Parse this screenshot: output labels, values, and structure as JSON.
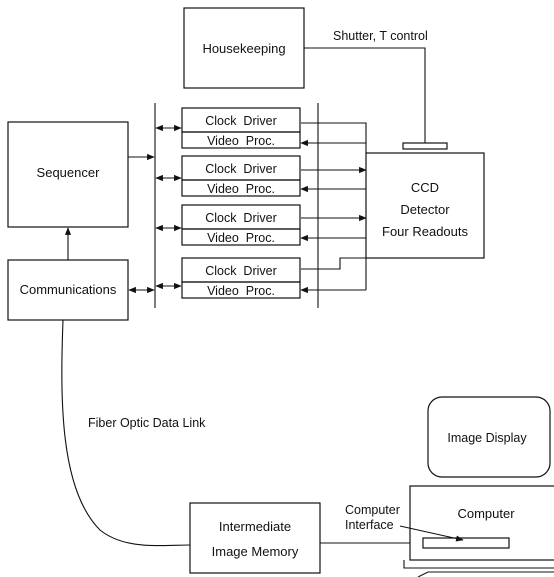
{
  "blocks": {
    "housekeeping": "Housekeeping",
    "shutter_control": "Shutter, T control",
    "sequencer": "Sequencer",
    "communications": "Communications",
    "ccd_line1": "CCD",
    "ccd_line2": "Detector",
    "ccd_line3": "Four Readouts",
    "clock_driver": "Clock  Driver",
    "video_proc": "Video  Proc.",
    "fiber_link": "Fiber Optic Data Link",
    "image_display": "Image Display",
    "computer": "Computer",
    "computer_interface_line1": "Computer",
    "computer_interface_line2": "Interface",
    "memory_line1": "Intermediate",
    "memory_line2": "Image Memory"
  }
}
